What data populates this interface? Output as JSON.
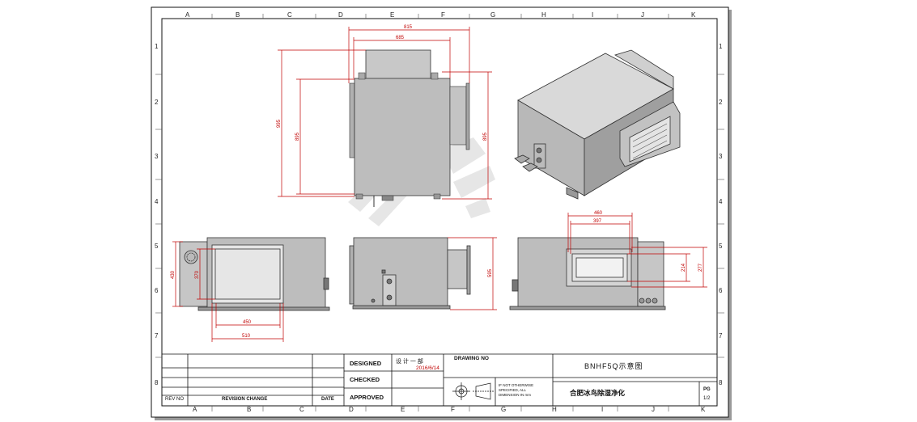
{
  "grid": {
    "columns": [
      "A",
      "B",
      "C",
      "D",
      "E",
      "F",
      "G",
      "H",
      "I",
      "J",
      "K"
    ],
    "rows": [
      "1",
      "2",
      "3",
      "4",
      "5",
      "6",
      "7",
      "8"
    ]
  },
  "dimensions": {
    "front": {
      "width_outer": "815",
      "width_inner": "685",
      "height_outer": "995",
      "height_inner": "895",
      "height_right": "895"
    },
    "side": {
      "height_outer": "430",
      "height_inner": "370",
      "width_inner": "450",
      "width_outer": "510"
    },
    "back": {
      "height": "595"
    },
    "right": {
      "width_outer": "460",
      "width_inner": "397",
      "height_inner": "214",
      "height_outer": "277"
    }
  },
  "title_block": {
    "designed_label": "DESIGNED",
    "checked_label": "CHECKED",
    "approved_label": "APPROVED",
    "designer": "设 计 一 部",
    "date": "2016/6/14",
    "drawing_no_label": "DRAWING NO",
    "drawing_title": "BNHF5Q示意图",
    "company": "合肥冰鸟除湿净化",
    "rev_no_label": "REV NO",
    "revision_change_label": "REVISION  CHANGE",
    "date_label": "DATE",
    "page_label": "PG",
    "page_value": "1/2",
    "units_note": [
      "IF NOT OTHERWISE",
      "SPECIFIED, ALL",
      "DIMENSION IN mm"
    ]
  },
  "colors": {
    "dimension": "#c00000",
    "frame": "#111111",
    "body": "#bdbdbd",
    "body_dark": "#8f8f8f",
    "top": "#d9d9d9"
  }
}
